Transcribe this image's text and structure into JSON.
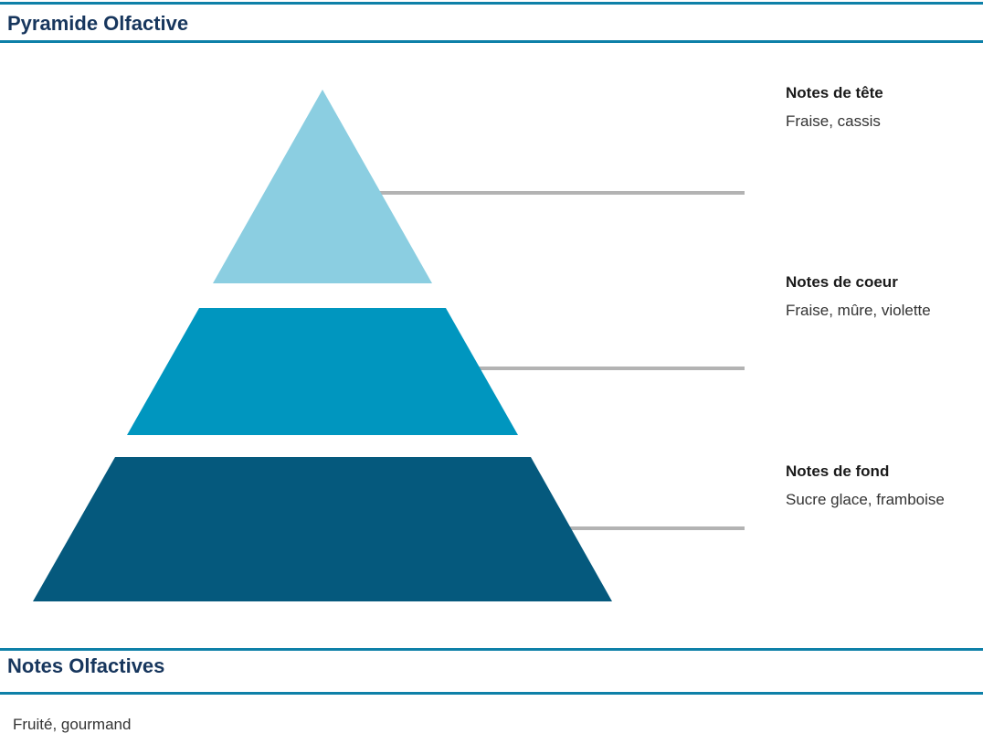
{
  "colors": {
    "rule": "#0E80A8",
    "heading": "#17365D",
    "connector": "#B3B3B3",
    "body_text": "#333333"
  },
  "header": {
    "title": "Pyramide Olfactive"
  },
  "pyramid": {
    "tiers": [
      {
        "name": "Notes de tête",
        "notes": "Fraise, cassis",
        "color": "#8BCEE1"
      },
      {
        "name": "Notes de coeur",
        "notes": "Fraise, mûre, violette",
        "color": "#0096BF"
      },
      {
        "name": "Notes de fond",
        "notes": "Sucre glace, framboise",
        "color": "#05597D"
      }
    ]
  },
  "notes_section": {
    "title": "Notes Olfactives",
    "body": "Fruité, gourmand"
  }
}
